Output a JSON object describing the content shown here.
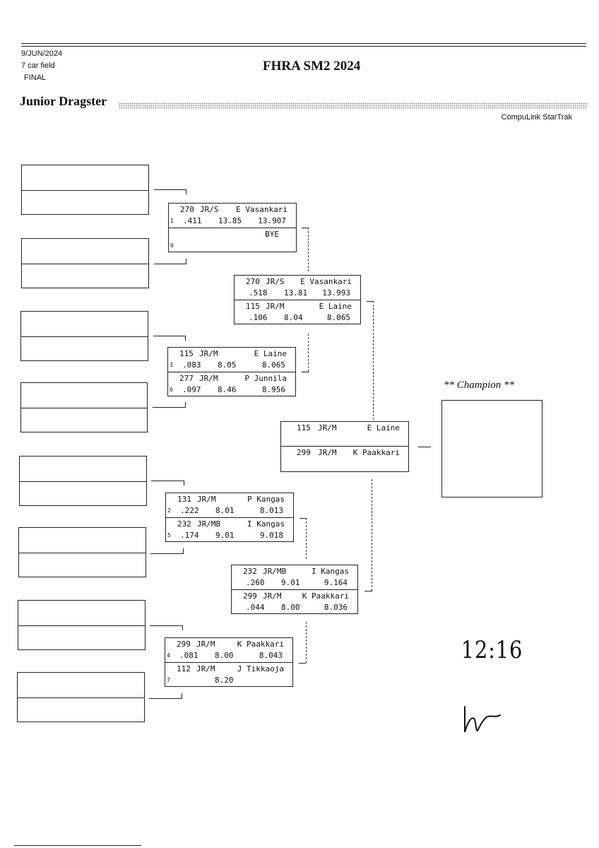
{
  "header": {
    "date": "9/JUN/2024",
    "field": "7 car field",
    "round": "FINAL",
    "title": "FHRA SM2 2024",
    "class_name": "Junior Dragster",
    "brand": "CompuLink StarTrak"
  },
  "round1": [
    {
      "top": {
        "seed": "1",
        "car": "270",
        "cls": "JR/S",
        "name": "E Vasankari",
        "rt": ".411",
        "dial": "13.85",
        "et": "13.907"
      },
      "bottom": {
        "seed": "0",
        "car": "",
        "cls": "",
        "name": "BYE",
        "rt": "",
        "dial": "",
        "et": ""
      }
    },
    {
      "top": {
        "seed": "3",
        "car": "115",
        "cls": "JR/M",
        "name": "E Laine",
        "rt": ".083",
        "dial": "8.05",
        "et": "8.065"
      },
      "bottom": {
        "seed": "6",
        "car": "277",
        "cls": "JR/M",
        "name": "P Junnila",
        "rt": ".097",
        "dial": "8.46",
        "et": "8.956"
      }
    },
    {
      "top": {
        "seed": "2",
        "car": "131",
        "cls": "JR/M",
        "name": "P Kangas",
        "rt": ".222",
        "dial": "8.01",
        "et": "8.013"
      },
      "bottom": {
        "seed": "5",
        "car": "232",
        "cls": "JR/MB",
        "name": "I Kangas",
        "rt": ".174",
        "dial": "9.01",
        "et": "9.018"
      }
    },
    {
      "top": {
        "seed": "4",
        "car": "299",
        "cls": "JR/M",
        "name": "K Paakkari",
        "rt": ".081",
        "dial": "8.00",
        "et": "8.043"
      },
      "bottom": {
        "seed": "7",
        "car": "112",
        "cls": "JR/M",
        "name": "J Tikkaoja",
        "rt": "",
        "dial": "8.20",
        "et": ""
      }
    }
  ],
  "semis": [
    {
      "top": {
        "car": "270",
        "cls": "JR/S",
        "name": "E Vasankari",
        "rt": ".518",
        "dial": "13.81",
        "et": "13.993"
      },
      "bottom": {
        "car": "115",
        "cls": "JR/M",
        "name": "E Laine",
        "rt": ".106",
        "dial": "8.04",
        "et": "8.065"
      }
    },
    {
      "top": {
        "car": "232",
        "cls": "JR/MB",
        "name": "I Kangas",
        "rt": ".260",
        "dial": "9.01",
        "et": "9.164"
      },
      "bottom": {
        "car": "299",
        "cls": "JR/M",
        "name": "K Paakkari",
        "rt": ".044",
        "dial": "8.00",
        "et": "8.036"
      }
    }
  ],
  "final": {
    "top": {
      "car": "115",
      "cls": "JR/M",
      "name": "E Laine"
    },
    "bottom": {
      "car": "299",
      "cls": "JR/M",
      "name": "K Paakkari"
    }
  },
  "champion": {
    "label": "** Champion **"
  },
  "handwritten": {
    "time": "12:16"
  }
}
